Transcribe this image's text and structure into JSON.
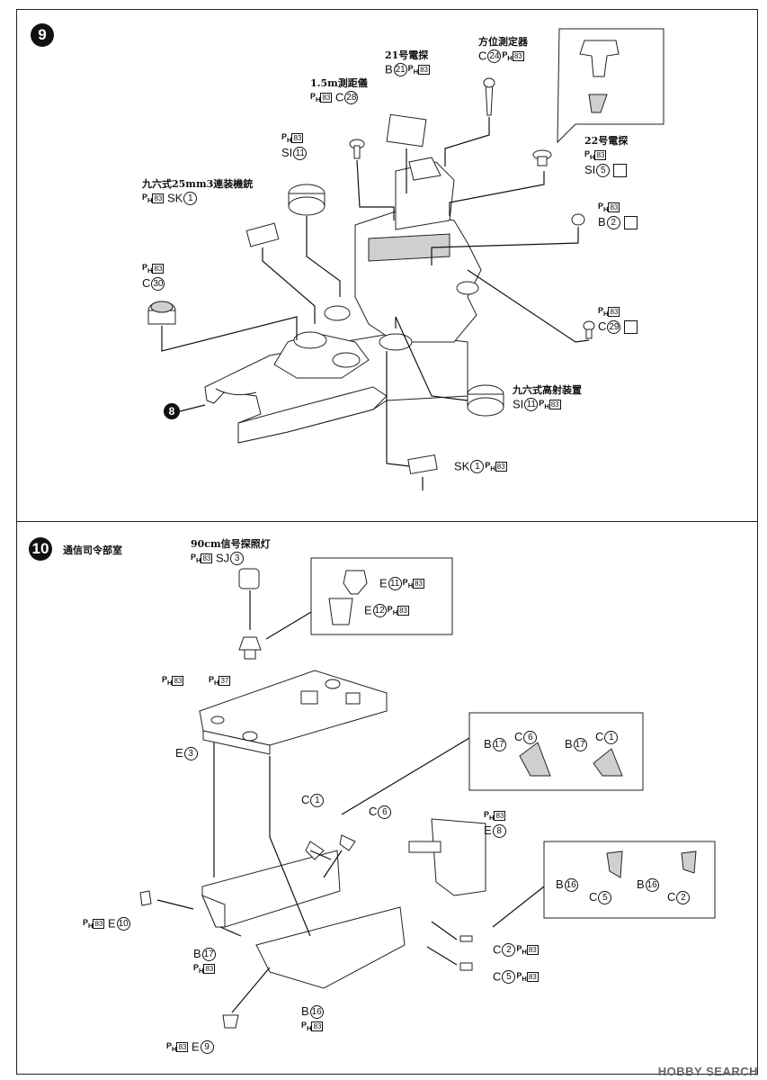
{
  "steps": {
    "step9": {
      "number": "9"
    },
    "step10": {
      "number": "10",
      "title": "通信司令部室"
    }
  },
  "ref8": "8",
  "labels": {
    "hoi": {
      "name": "方位測定器",
      "part": "C",
      "num": "24",
      "ph": "83"
    },
    "radar21": {
      "name": "21号電探",
      "part": "B",
      "num": "21",
      "ph": "83"
    },
    "rangefinder": {
      "name": "1.5m測距儀",
      "part": "C",
      "num": "28",
      "ph": "83"
    },
    "radar22": {
      "name": "22号電探",
      "part": "SI",
      "num": "5",
      "ph": "83"
    },
    "b2": {
      "part": "B",
      "num": "2",
      "ph": "83"
    },
    "c29": {
      "part": "C",
      "num": "29",
      "ph": "83"
    },
    "si11a": {
      "part": "SI",
      "num": "11",
      "ph": "83"
    },
    "mg25": {
      "name": "九六式25mm3連装機銃",
      "part": "SK",
      "num": "1",
      "ph": "83"
    },
    "c30": {
      "part": "C",
      "num": "30",
      "ph": "83"
    },
    "hadirector": {
      "name": "九六式高射装置",
      "part": "SI",
      "num": "11",
      "ph": "83"
    },
    "sk1b": {
      "part": "SK",
      "num": "1",
      "ph": "83"
    },
    "searchlight": {
      "name": "90cm信号探照灯",
      "part": "SJ",
      "num": "3",
      "ph": "83"
    },
    "e11": {
      "part": "E",
      "num": "11",
      "ph": "83"
    },
    "e12": {
      "part": "E",
      "num": "12",
      "ph": "83"
    },
    "e3": {
      "part": "E",
      "num": "3",
      "ph": "83",
      "ph2": "37"
    },
    "b17a": {
      "part": "B",
      "num": "17"
    },
    "c6a": {
      "part": "C",
      "num": "6"
    },
    "b17b": {
      "part": "B",
      "num": "17"
    },
    "c1a": {
      "part": "C",
      "num": "1"
    },
    "c1b": {
      "part": "C",
      "num": "1"
    },
    "c6b": {
      "part": "C",
      "num": "6"
    },
    "e8": {
      "part": "E",
      "num": "8",
      "ph": "83"
    },
    "b16a": {
      "part": "B",
      "num": "16"
    },
    "c5a": {
      "part": "C",
      "num": "5"
    },
    "b16b": {
      "part": "B",
      "num": "16"
    },
    "c2a": {
      "part": "C",
      "num": "2"
    },
    "e10": {
      "part": "E",
      "num": "10",
      "ph": "83"
    },
    "b17c": {
      "part": "B",
      "num": "17",
      "ph": "83"
    },
    "c2b": {
      "part": "C",
      "num": "2",
      "ph": "83"
    },
    "c5b": {
      "part": "C",
      "num": "5",
      "ph": "83"
    },
    "b16c": {
      "part": "B",
      "num": "16",
      "ph": "83"
    },
    "e9": {
      "part": "E",
      "num": "9",
      "ph": "83"
    }
  },
  "ph_prefix": "PH",
  "watermark": "HOBBY SEARCH",
  "icons": {
    "hourglass": "hourglass-icon",
    "paint": "paint-icon"
  }
}
